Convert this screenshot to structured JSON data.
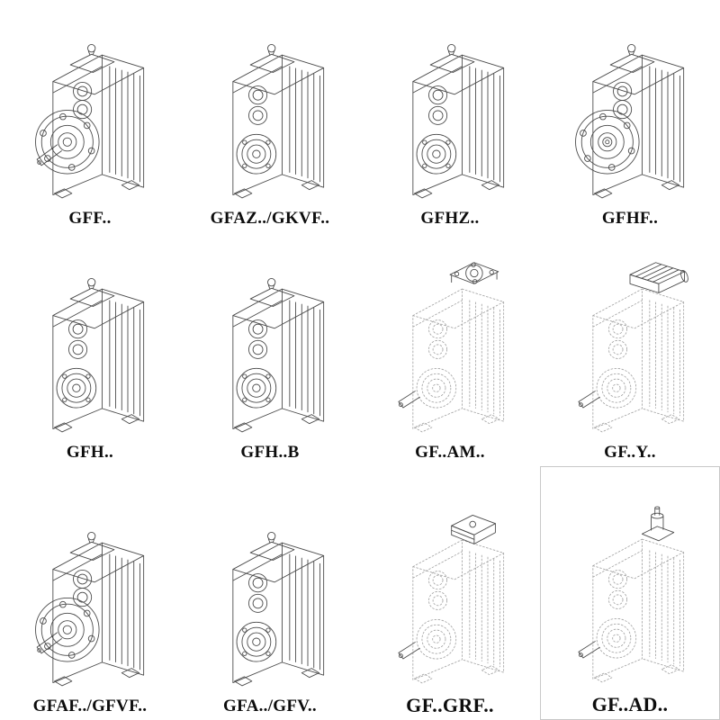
{
  "page": {
    "background": "#ffffff",
    "line_color": "#4a4a4a",
    "phantom_line_color": "#a3a3a3",
    "label_color": "#0d0d0d"
  },
  "items": [
    {
      "label": "GFF..",
      "figure": "flange-shaft",
      "line_style": "solid"
    },
    {
      "label": "GFAZ../GKVF..",
      "figure": "hollow-shaft",
      "line_style": "solid"
    },
    {
      "label": "GFHZ..",
      "figure": "hollow-shaft",
      "line_style": "solid"
    },
    {
      "label": "GFHF..",
      "figure": "flange-hollow",
      "line_style": "solid"
    },
    {
      "label": "GFH..",
      "figure": "hollow-shaft",
      "line_style": "solid"
    },
    {
      "label": "GFH..B",
      "figure": "hollow-shaft",
      "line_style": "solid"
    },
    {
      "label": "GF..AM..",
      "figure": "dash-motor-plate",
      "line_style": "dashed"
    },
    {
      "label": "GF..Y..",
      "figure": "dash-motor",
      "line_style": "dashed"
    },
    {
      "label": "GFAF../GFVF..",
      "figure": "flange-shaft",
      "line_style": "solid"
    },
    {
      "label": "GFA../GFV..",
      "figure": "hollow-shaft",
      "line_style": "solid"
    },
    {
      "label": "GF..GRF..",
      "figure": "dash-box",
      "line_style": "dashed"
    },
    {
      "label": "GF..AD..",
      "figure": "dash-adapter",
      "line_style": "dashed"
    }
  ]
}
